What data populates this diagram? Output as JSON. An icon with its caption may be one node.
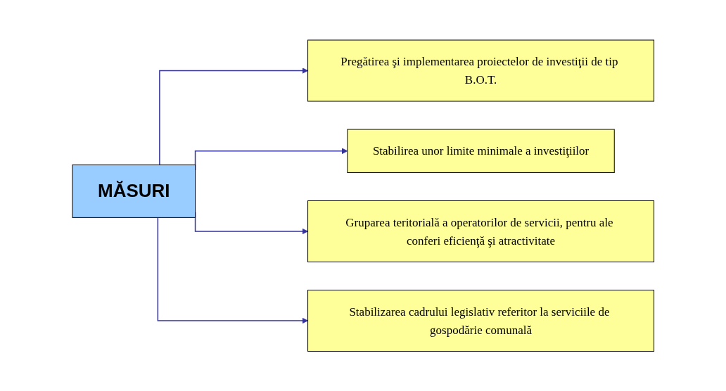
{
  "diagram": {
    "nodes": [
      {
        "text": [
          "MĂSURI"
        ]
      },
      {
        "text": [
          "Pregătirea şi implementarea proiectelor de investiţii de tip B.O.T."
        ]
      },
      {
        "text": [
          "Stabilirea unor limite minimale a investiţiilor"
        ]
      },
      {
        "text": [
          "Gruparea teritorială a operatorilor de servicii, pentru ale conferi eficienţă şi atractivitate"
        ]
      },
      {
        "text": [
          "Stabilizarea cadrului legislativ referitor la serviciile de gospodărie comunală"
        ]
      }
    ],
    "edges": [
      {
        "from": 0,
        "to": 1,
        "arrow": "to"
      },
      {
        "from": 0,
        "to": 2,
        "arrow": "to"
      },
      {
        "from": 0,
        "to": 3,
        "arrow": "to"
      },
      {
        "from": 0,
        "to": 4,
        "arrow": "to"
      }
    ]
  }
}
